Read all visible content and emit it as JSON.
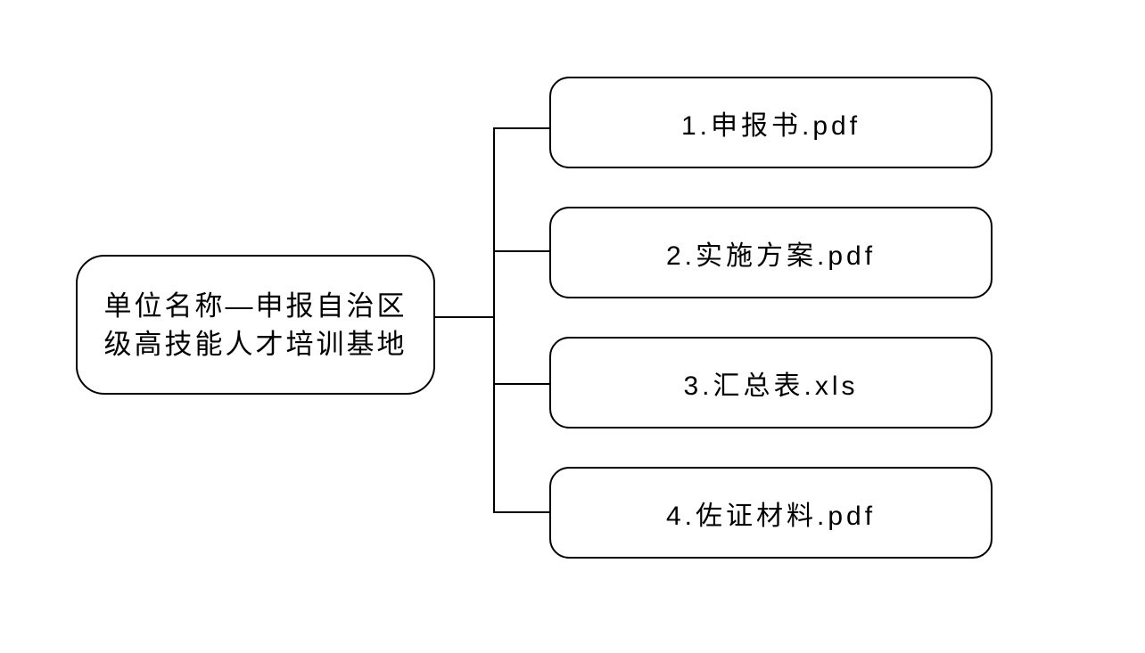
{
  "page": {
    "background_color": "#ffffff"
  },
  "diagram": {
    "type": "tree",
    "style": {
      "border_color": "#000000",
      "text_color": "#000000",
      "box_fill": "#ffffff"
    },
    "root": {
      "label": "单位名称—申报自治区级高技能人才培训基地",
      "label_lines": [
        "单位名称—申报自治区",
        "级高技能人才培训基地"
      ]
    },
    "children": [
      {
        "label": "1.申报书.pdf"
      },
      {
        "label": "2.实施方案.pdf"
      },
      {
        "label": "3.汇总表.xls"
      },
      {
        "label": "4.佐证材料.pdf"
      }
    ]
  }
}
